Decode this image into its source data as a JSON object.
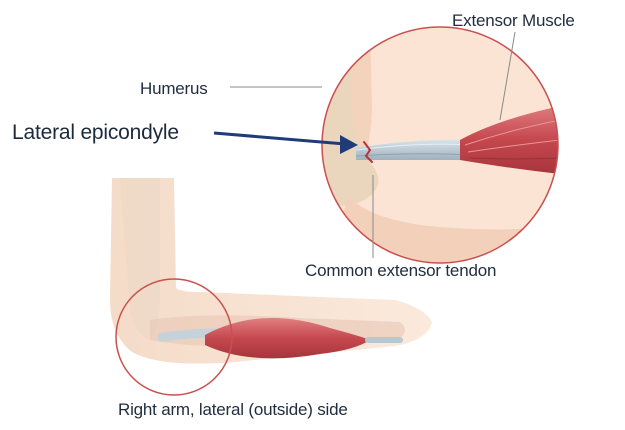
{
  "labels": {
    "extensor_muscle": "Extensor Muscle",
    "humerus": "Humerus",
    "lateral_epicondyle": "Lateral epicondyle",
    "common_extensor_tendon": "Common extensor tendon",
    "caption": "Right arm, lateral (outside) side"
  },
  "colors": {
    "skin": "#f7dcc6",
    "bone": "#ead9c4",
    "muscle": "#c5484e",
    "tendon": "#b9c7d0",
    "circle_outline": "#c9504f",
    "arrow": "#1f3b7a",
    "text": "#222e3f"
  }
}
